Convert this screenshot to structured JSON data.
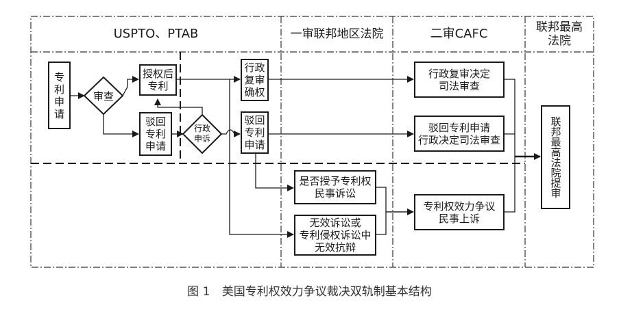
{
  "columns": [
    {
      "id": "uspto",
      "label": "USPTO、PTAB"
    },
    {
      "id": "district",
      "label": "一审联邦地区法院"
    },
    {
      "id": "cafc",
      "label": "二审CAFC"
    },
    {
      "id": "scotus",
      "label": "联邦最高\n法院"
    }
  ],
  "nodes": {
    "patent_application": "专\n利\n申\n请",
    "examination": "审查",
    "granted_patent": "授权后\n专利",
    "rejected_application_1": "驳回\n专利\n申请",
    "admin_appeal": "行政\n申诉",
    "admin_review_confirm": "行政\n复审\n确权",
    "rejected_application_2": "驳回\n专利\n申请",
    "grant_civil_suit": "是否授予专利权\n民事诉讼",
    "invalidity_suit": "无效诉讼或\n专利侵权诉讼中\n无效抗辩",
    "admin_review_judicial": "行政复审决定\n司法审查",
    "rejection_judicial": "驳回专利申请\n行政决定司法审查",
    "civil_appeal": "专利权效力争议\n民事上诉",
    "supreme_certiorari": "联邦最高法院提审"
  },
  "caption": {
    "figure_number": "图 1",
    "title": "美国专利权效力争议裁决双轨制基本结构"
  },
  "colors": {
    "line": "#1a1a1a",
    "frame": "#333333",
    "caption": "#333333"
  }
}
